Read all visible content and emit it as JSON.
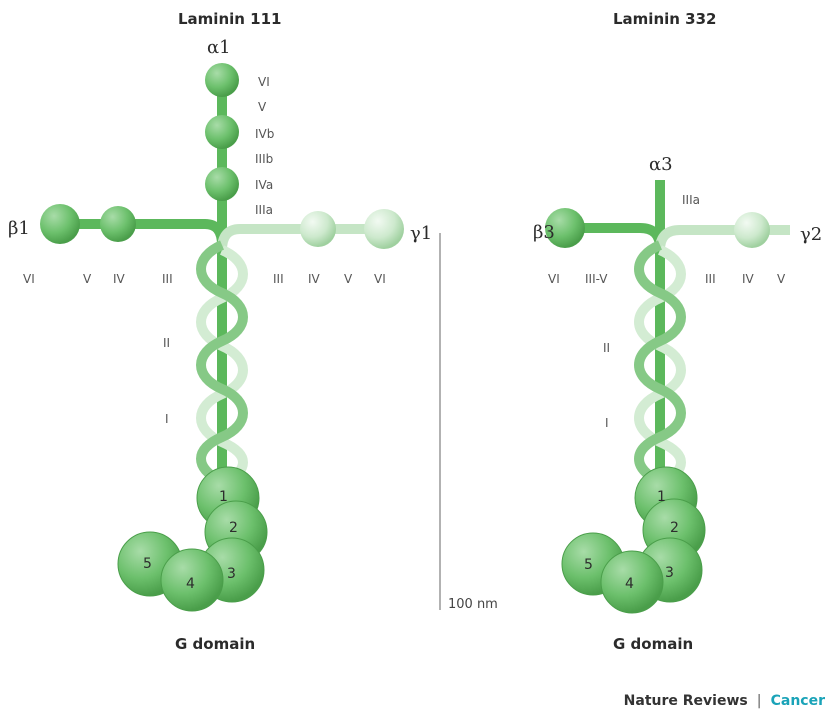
{
  "colors": {
    "dark_green": "#5cb85c",
    "mid_green": "#86c986",
    "light_green": "#d3ecd3",
    "accent_teal": "#1aa3b8"
  },
  "laminin111": {
    "title": "Laminin 111",
    "alpha_label": "α1",
    "beta_label": "β1",
    "gamma_label": "γ1",
    "alpha_domains": [
      "VI",
      "V",
      "IVb",
      "IIIb",
      "IVa",
      "IIIa"
    ],
    "beta_domains": [
      "VI",
      "V",
      "IV",
      "III"
    ],
    "gamma_domains": [
      "III",
      "IV",
      "V",
      "VI"
    ],
    "coil_domains": [
      "II",
      "I"
    ],
    "g_numbers": [
      "1",
      "2",
      "3",
      "4",
      "5"
    ],
    "g_label": "G domain"
  },
  "laminin332": {
    "title": "Laminin 332",
    "alpha_label": "α3",
    "beta_label": "β3",
    "gamma_label": "γ2",
    "alpha_domain": "IIIa",
    "beta_domains": [
      "VI",
      "III-V"
    ],
    "gamma_domains": [
      "III",
      "IV",
      "V"
    ],
    "coil_domains": [
      "II",
      "I"
    ],
    "g_numbers": [
      "1",
      "2",
      "3",
      "4",
      "5"
    ],
    "g_label": "G domain"
  },
  "scale_label": "100 nm",
  "credit": {
    "journal": "Nature Reviews",
    "separator": "|",
    "section": "Cancer"
  }
}
